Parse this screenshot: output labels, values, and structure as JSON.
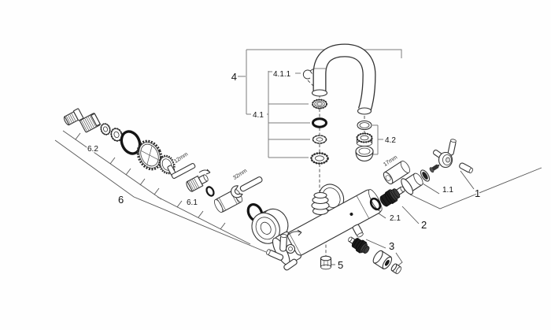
{
  "figure": {
    "kind": "exploded-parts-diagram",
    "subject": "wall-mounted-mixer-faucet",
    "background": "#fefefe",
    "ink": "#333333",
    "labels": {
      "part_1": "1",
      "part_1_1": "1.1",
      "part_2": "2",
      "part_2_1": "2.1",
      "part_3": "3",
      "part_4": "4",
      "part_4_1": "4.1",
      "part_4_1_1": "4.1.1",
      "part_4_2": "4.2",
      "part_5": "5",
      "part_6": "6",
      "part_6_1": "6.1",
      "part_6_2": "6.2"
    },
    "tools": {
      "allen_key": "12mm",
      "spanner": "32mm",
      "socket": "17mm"
    },
    "components": [
      "spout",
      "retaining-clip",
      "seal-washer-stack",
      "aerator-outlet-set",
      "mixer-body",
      "escutcheon",
      "cross-handle",
      "valve-cartridge",
      "diverter-cartridge",
      "s-union-set",
      "o-ring",
      "allen-key",
      "open-end-wrench",
      "socket-tool",
      "cap-nut"
    ]
  }
}
